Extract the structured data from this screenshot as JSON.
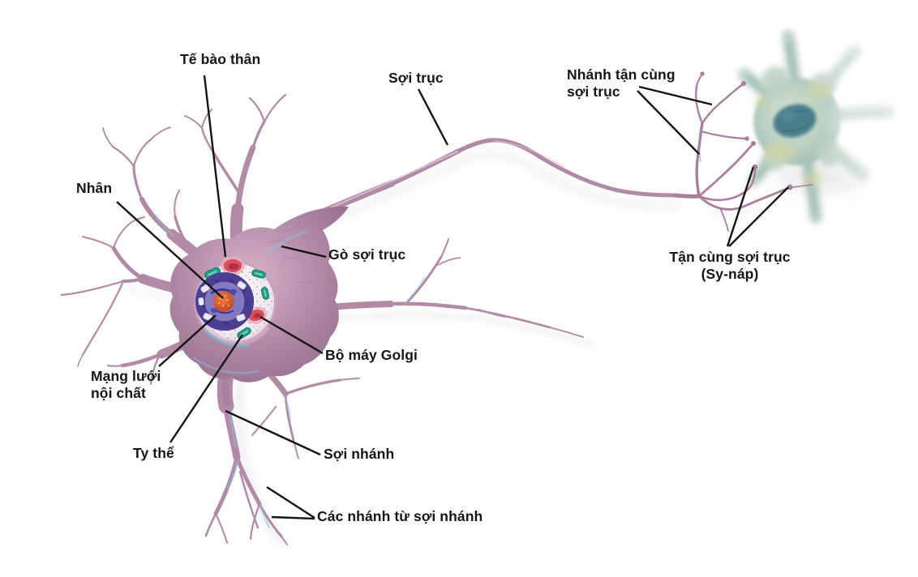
{
  "diagram": {
    "subject": "neuron-anatomy-diagram",
    "language": "Vietnamese",
    "background_color": "#ffffff",
    "annotation_text_color": "#161616",
    "annotation_line_color": "#141414",
    "palette": {
      "neuron_body": "#b28aa6",
      "neuron_shadow": "#9d7795",
      "neuron_highlight": "#d9c5d7",
      "membrane_blue_accent": "#8ec2dd",
      "cytoplasm": "#f7f1f5",
      "nucleus_ring": "#4b3f94",
      "nucleus_inner": "#8478bf",
      "nucleolus": "#da5f33",
      "mitochondria": "#23a089",
      "golgi": "#db4f5f",
      "er_patch": "#ece8f6",
      "target_cell": "#c4d6c6",
      "target_cell_nucleus": "#487f8d"
    },
    "labels": [
      {
        "id": "cell-body",
        "lines": [
          "Tế bào thân"
        ]
      },
      {
        "id": "axon",
        "lines": [
          "Sợi trục"
        ]
      },
      {
        "id": "axon-terminal-branches",
        "lines": [
          "Nhánh tận cùng",
          "sợi trục"
        ]
      },
      {
        "id": "axon-terminal-synapse",
        "lines": [
          "Tận cùng sợi trục",
          "(Sy-náp)"
        ]
      },
      {
        "id": "nucleus",
        "lines": [
          "Nhân"
        ]
      },
      {
        "id": "axon-hillock",
        "lines": [
          "Gò sợi trục"
        ]
      },
      {
        "id": "golgi-apparatus",
        "lines": [
          "Bộ máy Golgi"
        ]
      },
      {
        "id": "endoplasmic-reticulum",
        "lines": [
          "Mạng lưới",
          "nội chất"
        ]
      },
      {
        "id": "mitochondrion",
        "lines": [
          "Ty thể"
        ]
      },
      {
        "id": "dendrite",
        "lines": [
          "Sợi nhánh"
        ]
      },
      {
        "id": "dendrite-branches",
        "lines": [
          "Các nhánh từ sợi nhánh"
        ]
      }
    ]
  }
}
